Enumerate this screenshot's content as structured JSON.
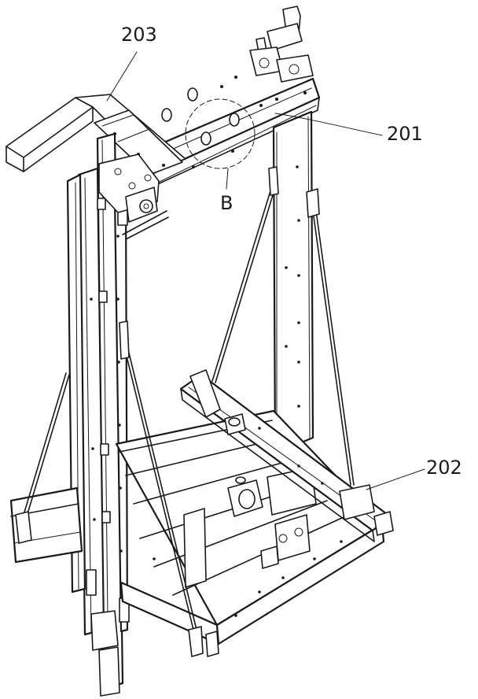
{
  "labels": {
    "l203": "203",
    "l201": "201",
    "l202": "202",
    "lB": "B"
  }
}
